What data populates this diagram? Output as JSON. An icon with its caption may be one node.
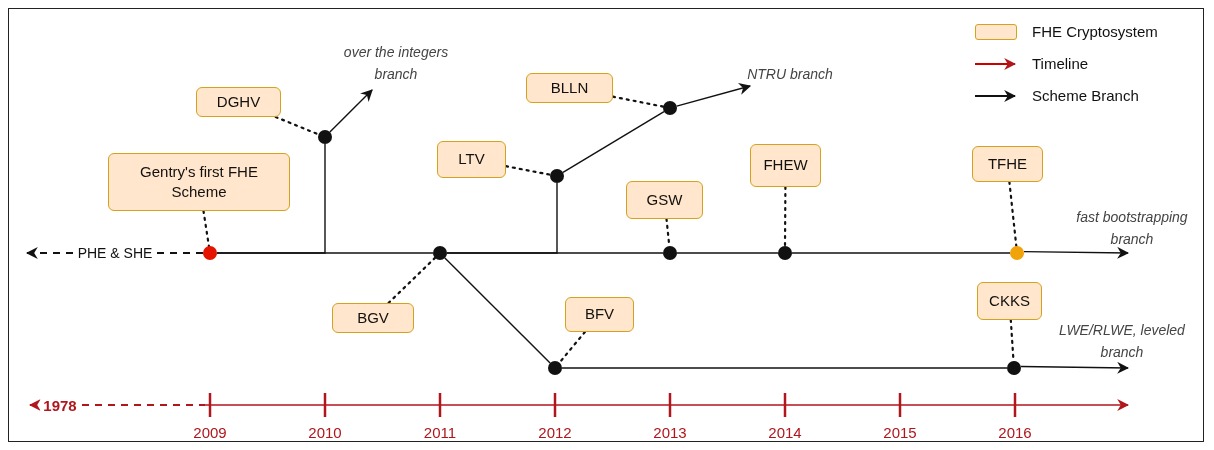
{
  "diagram": {
    "nodes": [
      {
        "text": [
          "Gentry's first FHE Scheme"
        ]
      },
      {
        "text": [
          "DGHV"
        ]
      },
      {
        "text": [
          "BLLN"
        ]
      },
      {
        "text": [
          "LTV"
        ]
      },
      {
        "text": [
          "GSW"
        ]
      },
      {
        "text": [
          "FHEW"
        ]
      },
      {
        "text": [
          "TFHE"
        ]
      },
      {
        "text": [
          "BGV"
        ]
      },
      {
        "text": [
          "BFV"
        ]
      },
      {
        "text": [
          "CKKS"
        ]
      },
      {
        "text": [],
        "shape": "circle"
      },
      {
        "text": [],
        "shape": "circle"
      },
      {
        "text": [],
        "shape": "circle"
      },
      {
        "text": [],
        "shape": "circle"
      },
      {
        "text": [],
        "shape": "circle"
      },
      {
        "text": [],
        "shape": "circle"
      },
      {
        "text": [],
        "shape": "circle"
      },
      {
        "text": [],
        "shape": "circle"
      },
      {
        "text": [],
        "shape": "circle"
      },
      {
        "text": [],
        "shape": "circle"
      },
      {
        "text": [
          "over the integers branch"
        ]
      },
      {
        "text": [
          "NTRU branch"
        ]
      },
      {
        "text": [
          "fast bootstrapping branch"
        ]
      },
      {
        "text": [
          "LWE/RLWE, leveled branch"
        ]
      }
    ],
    "edges": [
      {
        "from": 0,
        "to": 10,
        "arrow": "none",
        "style": "dashed"
      },
      {
        "from": 10,
        "to": null,
        "arrow": "to",
        "style": "dashed",
        "label": "PHE & SHE"
      },
      {
        "from": 10,
        "to": 12,
        "arrow": "none"
      },
      {
        "from": 10,
        "to": 11,
        "arrow": "none"
      },
      {
        "from": 11,
        "to": 20,
        "arrow": "to"
      },
      {
        "from": 1,
        "to": 11,
        "arrow": "none",
        "style": "dashed"
      },
      {
        "from": 12,
        "to": 15,
        "arrow": "none"
      },
      {
        "from": 12,
        "to": 13,
        "arrow": "none"
      },
      {
        "from": 3,
        "to": 13,
        "arrow": "none",
        "style": "dashed"
      },
      {
        "from": 13,
        "to": 14,
        "arrow": "none"
      },
      {
        "from": 14,
        "to": 21,
        "arrow": "to"
      },
      {
        "from": 2,
        "to": 14,
        "arrow": "none",
        "style": "dashed"
      },
      {
        "from": 15,
        "to": 16,
        "arrow": "none"
      },
      {
        "from": 4,
        "to": 15,
        "arrow": "none",
        "style": "dashed"
      },
      {
        "from": 16,
        "to": 17,
        "arrow": "none"
      },
      {
        "from": 5,
        "to": 16,
        "arrow": "none",
        "style": "dashed"
      },
      {
        "from": 17,
        "to": 22,
        "arrow": "to"
      },
      {
        "from": 6,
        "to": 17,
        "arrow": "none",
        "style": "dashed"
      },
      {
        "from": 12,
        "to": 18,
        "arrow": "none"
      },
      {
        "from": 7,
        "to": 12,
        "arrow": "none",
        "style": "dashed"
      },
      {
        "from": 8,
        "to": 18,
        "arrow": "none",
        "style": "dashed"
      },
      {
        "from": 18,
        "to": 19,
        "arrow": "none"
      },
      {
        "from": 19,
        "to": 23,
        "arrow": "to"
      },
      {
        "from": 9,
        "to": 19,
        "arrow": "none",
        "style": "dashed"
      }
    ],
    "labels": [
      "1978",
      "2009",
      "2010",
      "2011",
      "2012",
      "2013",
      "2014",
      "2015",
      "2016"
    ],
    "legend": [
      {
        "text": "FHE Cryptosystem",
        "color": "#ffe6cc"
      },
      {
        "text": "Timeline"
      },
      {
        "text": "Scheme Branch"
      }
    ]
  }
}
